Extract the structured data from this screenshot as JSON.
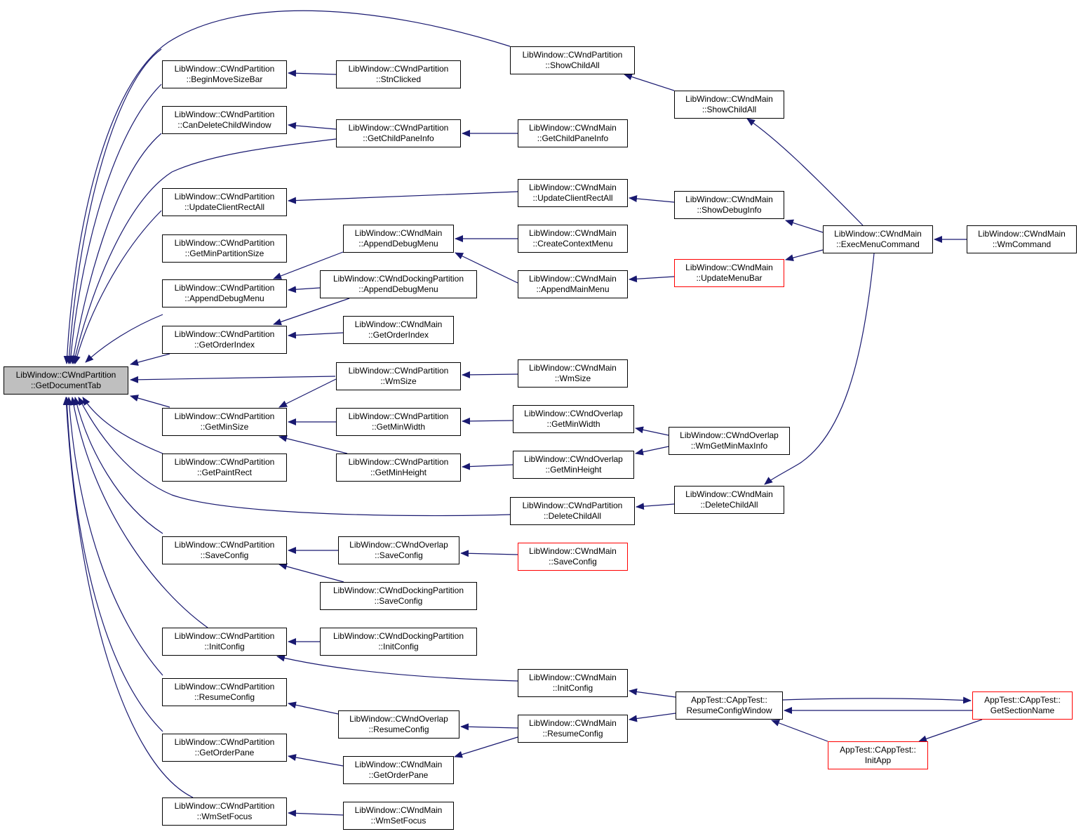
{
  "colors": {
    "edge": "#191970",
    "border": "#000000",
    "truncated_border": "#ff0000",
    "root_fill": "#bfbfbf"
  },
  "nodes": {
    "root": {
      "l1": "LibWindow::CWndPartition",
      "l2": "::GetDocumentTab"
    },
    "p_bmsb": {
      "l1": "LibWindow::CWndPartition",
      "l2": "::BeginMoveSizeBar"
    },
    "p_stn": {
      "l1": "LibWindow::CWndPartition",
      "l2": "::StnClicked"
    },
    "p_scall": {
      "l1": "LibWindow::CWndPartition",
      "l2": "::ShowChildAll"
    },
    "m_scall": {
      "l1": "LibWindow::CWndMain",
      "l2": "::ShowChildAll"
    },
    "p_cdcw": {
      "l1": "LibWindow::CWndPartition",
      "l2": "::CanDeleteChildWindow"
    },
    "p_gcpi": {
      "l1": "LibWindow::CWndPartition",
      "l2": "::GetChildPaneInfo"
    },
    "m_gcpi": {
      "l1": "LibWindow::CWndMain",
      "l2": "::GetChildPaneInfo"
    },
    "p_ucra": {
      "l1": "LibWindow::CWndPartition",
      "l2": "::UpdateClientRectAll"
    },
    "m_ucra": {
      "l1": "LibWindow::CWndMain",
      "l2": "::UpdateClientRectAll"
    },
    "m_sdi": {
      "l1": "LibWindow::CWndMain",
      "l2": "::ShowDebugInfo"
    },
    "p_gmps": {
      "l1": "LibWindow::CWndPartition",
      "l2": "::GetMinPartitionSize"
    },
    "m_adm": {
      "l1": "LibWindow::CWndMain",
      "l2": "::AppendDebugMenu"
    },
    "m_ccm": {
      "l1": "LibWindow::CWndMain",
      "l2": "::CreateContextMenu"
    },
    "m_emc": {
      "l1": "LibWindow::CWndMain",
      "l2": "::ExecMenuCommand"
    },
    "m_wmc": {
      "l1": "LibWindow::CWndMain",
      "l2": "::WmCommand"
    },
    "p_adm": {
      "l1": "LibWindow::CWndPartition",
      "l2": "::AppendDebugMenu"
    },
    "dp_adm": {
      "l1": "LibWindow::CWndDockingPartition",
      "l2": "::AppendDebugMenu"
    },
    "m_amm": {
      "l1": "LibWindow::CWndMain",
      "l2": "::AppendMainMenu"
    },
    "m_umb": {
      "l1": "LibWindow::CWndMain",
      "l2": "::UpdateMenuBar"
    },
    "p_goi": {
      "l1": "LibWindow::CWndPartition",
      "l2": "::GetOrderIndex"
    },
    "m_goi": {
      "l1": "LibWindow::CWndMain",
      "l2": "::GetOrderIndex"
    },
    "p_wms": {
      "l1": "LibWindow::CWndPartition",
      "l2": "::WmSize"
    },
    "m_wms": {
      "l1": "LibWindow::CWndMain",
      "l2": "::WmSize"
    },
    "p_gms": {
      "l1": "LibWindow::CWndPartition",
      "l2": "::GetMinSize"
    },
    "p_gmw": {
      "l1": "LibWindow::CWndPartition",
      "l2": "::GetMinWidth"
    },
    "o_gmw": {
      "l1": "LibWindow::CWndOverlap",
      "l2": "::GetMinWidth"
    },
    "o_wgmmi": {
      "l1": "LibWindow::CWndOverlap",
      "l2": "::WmGetMinMaxInfo"
    },
    "p_gpr": {
      "l1": "LibWindow::CWndPartition",
      "l2": "::GetPaintRect"
    },
    "p_gmh": {
      "l1": "LibWindow::CWndPartition",
      "l2": "::GetMinHeight"
    },
    "o_gmh": {
      "l1": "LibWindow::CWndOverlap",
      "l2": "::GetMinHeight"
    },
    "p_dca": {
      "l1": "LibWindow::CWndPartition",
      "l2": "::DeleteChildAll"
    },
    "m_dca": {
      "l1": "LibWindow::CWndMain",
      "l2": "::DeleteChildAll"
    },
    "p_sc": {
      "l1": "LibWindow::CWndPartition",
      "l2": "::SaveConfig"
    },
    "o_sc": {
      "l1": "LibWindow::CWndOverlap",
      "l2": "::SaveConfig"
    },
    "m_sc": {
      "l1": "LibWindow::CWndMain",
      "l2": "::SaveConfig"
    },
    "dp_sc": {
      "l1": "LibWindow::CWndDockingPartition",
      "l2": "::SaveConfig"
    },
    "p_ic": {
      "l1": "LibWindow::CWndPartition",
      "l2": "::InitConfig"
    },
    "dp_ic": {
      "l1": "LibWindow::CWndDockingPartition",
      "l2": "::InitConfig"
    },
    "m_ic": {
      "l1": "LibWindow::CWndMain",
      "l2": "::InitConfig"
    },
    "a_rcw": {
      "l1": "AppTest::CAppTest::",
      "l2": "ResumeConfigWindow"
    },
    "a_gsn": {
      "l1": "AppTest::CAppTest::",
      "l2": "GetSectionName"
    },
    "p_rc": {
      "l1": "LibWindow::CWndPartition",
      "l2": "::ResumeConfig"
    },
    "o_rc": {
      "l1": "LibWindow::CWndOverlap",
      "l2": "::ResumeConfig"
    },
    "m_rc": {
      "l1": "LibWindow::CWndMain",
      "l2": "::ResumeConfig"
    },
    "a_ia": {
      "l1": "AppTest::CAppTest::",
      "l2": "InitApp"
    },
    "p_gop": {
      "l1": "LibWindow::CWndPartition",
      "l2": "::GetOrderPane"
    },
    "m_gop": {
      "l1": "LibWindow::CWndMain",
      "l2": "::GetOrderPane"
    },
    "p_wsf": {
      "l1": "LibWindow::CWndPartition",
      "l2": "::WmSetFocus"
    },
    "m_wsf": {
      "l1": "LibWindow::CWndMain",
      "l2": "::WmSetFocus"
    }
  }
}
